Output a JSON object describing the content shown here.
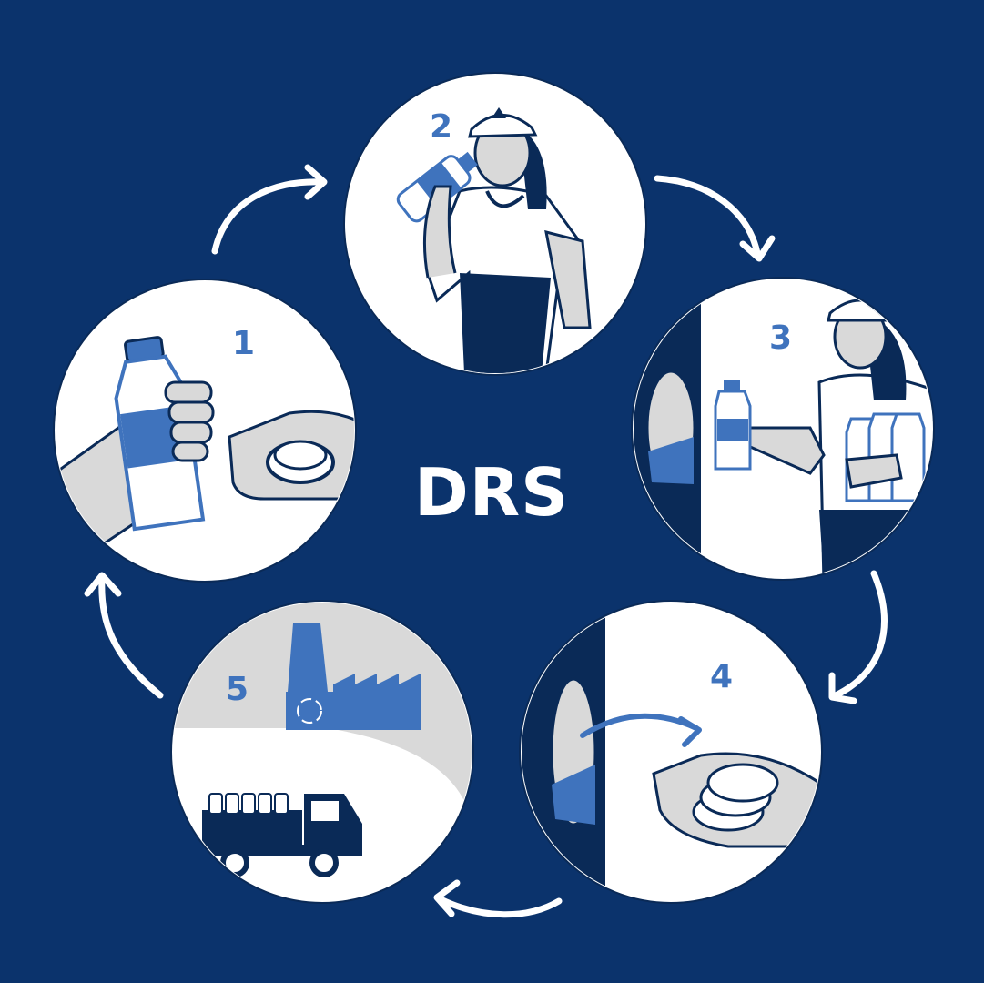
{
  "title": "DRS",
  "steps": [
    {
      "number": "1",
      "icon": "hand-bottle-coin-icon"
    },
    {
      "number": "2",
      "icon": "woman-drinking-icon"
    },
    {
      "number": "3",
      "icon": "woman-returning-bottles-icon"
    },
    {
      "number": "4",
      "icon": "coins-refund-icon"
    },
    {
      "number": "5",
      "icon": "factory-truck-icon"
    }
  ],
  "colors": {
    "background": "#0b336c",
    "accent": "#3f73bd",
    "dark": "#0a2a57",
    "light_gray": "#d9d9d9",
    "white": "#ffffff"
  }
}
